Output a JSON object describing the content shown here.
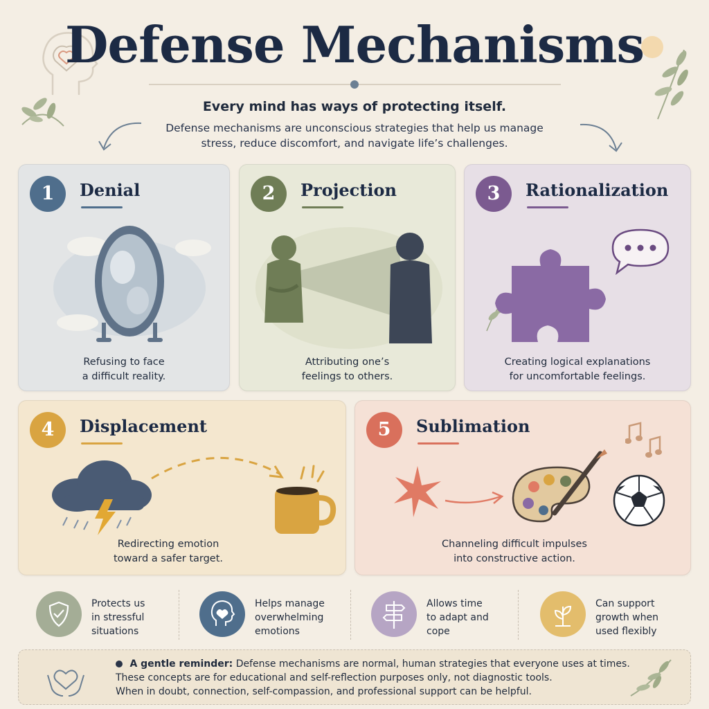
{
  "header": {
    "title": "Defense Mechanisms",
    "subtitle": "Every mind has ways of protecting itself.",
    "intro_line1": "Defense mechanisms are unconscious strategies that help us manage",
    "intro_line2": "stress, reduce discomfort, and navigate life’s challenges."
  },
  "cards": [
    {
      "number": "1",
      "title": "Denial",
      "desc_line1": "Refusing to face",
      "desc_line2": "a difficult reality.",
      "color": "#4f6e8c",
      "icon": "mirror-icon"
    },
    {
      "number": "2",
      "title": "Projection",
      "desc_line1": "Attributing one’s",
      "desc_line2": "feelings to others.",
      "color": "#6f7d56",
      "icon": "projection-silhouettes-icon"
    },
    {
      "number": "3",
      "title": "Rationalization",
      "desc_line1": "Creating logical explanations",
      "desc_line2": "for uncomfortable feelings.",
      "color": "#7b5a90",
      "icon": "puzzle-piece-icon"
    },
    {
      "number": "4",
      "title": "Displacement",
      "desc_line1": "Redirecting emotion",
      "desc_line2": "toward a safer target.",
      "color": "#d9a441",
      "icon": "storm-cloud-icon"
    },
    {
      "number": "5",
      "title": "Sublimation",
      "desc_line1": "Channeling difficult impulses",
      "desc_line2": "into constructive action.",
      "color": "#d9705c",
      "icon": "paint-palette-icon"
    }
  ],
  "benefits": [
    {
      "line1": "Protects us",
      "line2": "in stressful",
      "line3": "situations",
      "color": "#a4ad96",
      "icon": "shield-check-icon"
    },
    {
      "line1": "Helps manage",
      "line2": "overwhelming",
      "line3": "emotions",
      "color": "#4f6e8c",
      "icon": "head-heart-icon"
    },
    {
      "line1": "Allows time",
      "line2": "to adapt and",
      "line3": "cope",
      "color": "#b6a5c4",
      "icon": "signpost-icon"
    },
    {
      "line1": "Can support",
      "line2": "growth when",
      "line3": "used flexibly",
      "color": "#e3bd6c",
      "icon": "sprout-icon"
    }
  ],
  "reminder": {
    "label": "A gentle reminder:",
    "line1": "Defense mechanisms are normal, human strategies that everyone uses at times.",
    "line2": "These concepts are for educational and self-reflection purposes only, not diagnostic tools.",
    "line3": "When in doubt, connection, self-compassion, and professional support can be helpful."
  }
}
